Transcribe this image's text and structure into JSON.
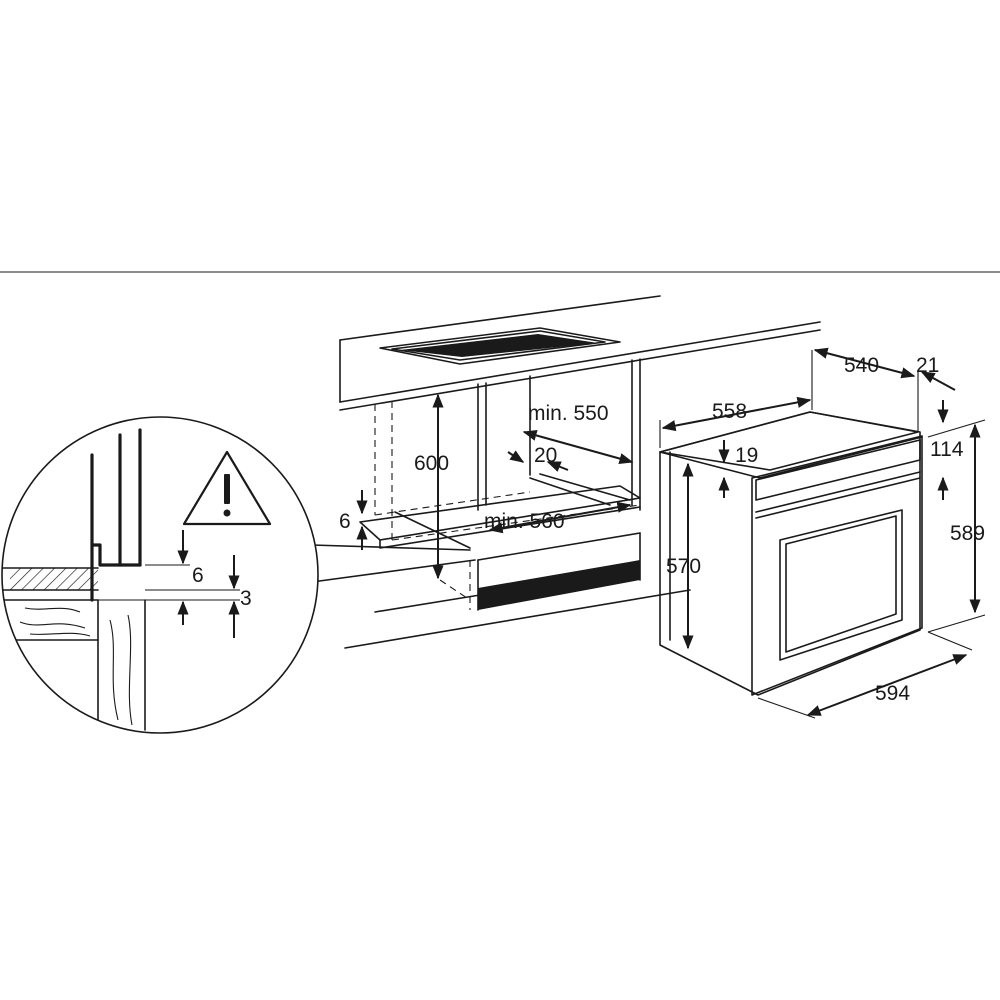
{
  "labels": {
    "depth_540": "540",
    "front_21": "21",
    "width_558": "558",
    "gap_19": "19",
    "panel_114": "114",
    "height_589": "589",
    "height_570": "570",
    "width_594": "594",
    "cab_height_600": "600",
    "min_depth_550": "min. 550",
    "depth_20": "20",
    "min_width_560": "min. 560",
    "gap_6": "6",
    "detail_6": "6",
    "detail_3": "3"
  },
  "icons": {
    "warning": "warning-triangle-icon"
  },
  "colors": {
    "line": "#1a1a1a",
    "background": "#ffffff"
  }
}
